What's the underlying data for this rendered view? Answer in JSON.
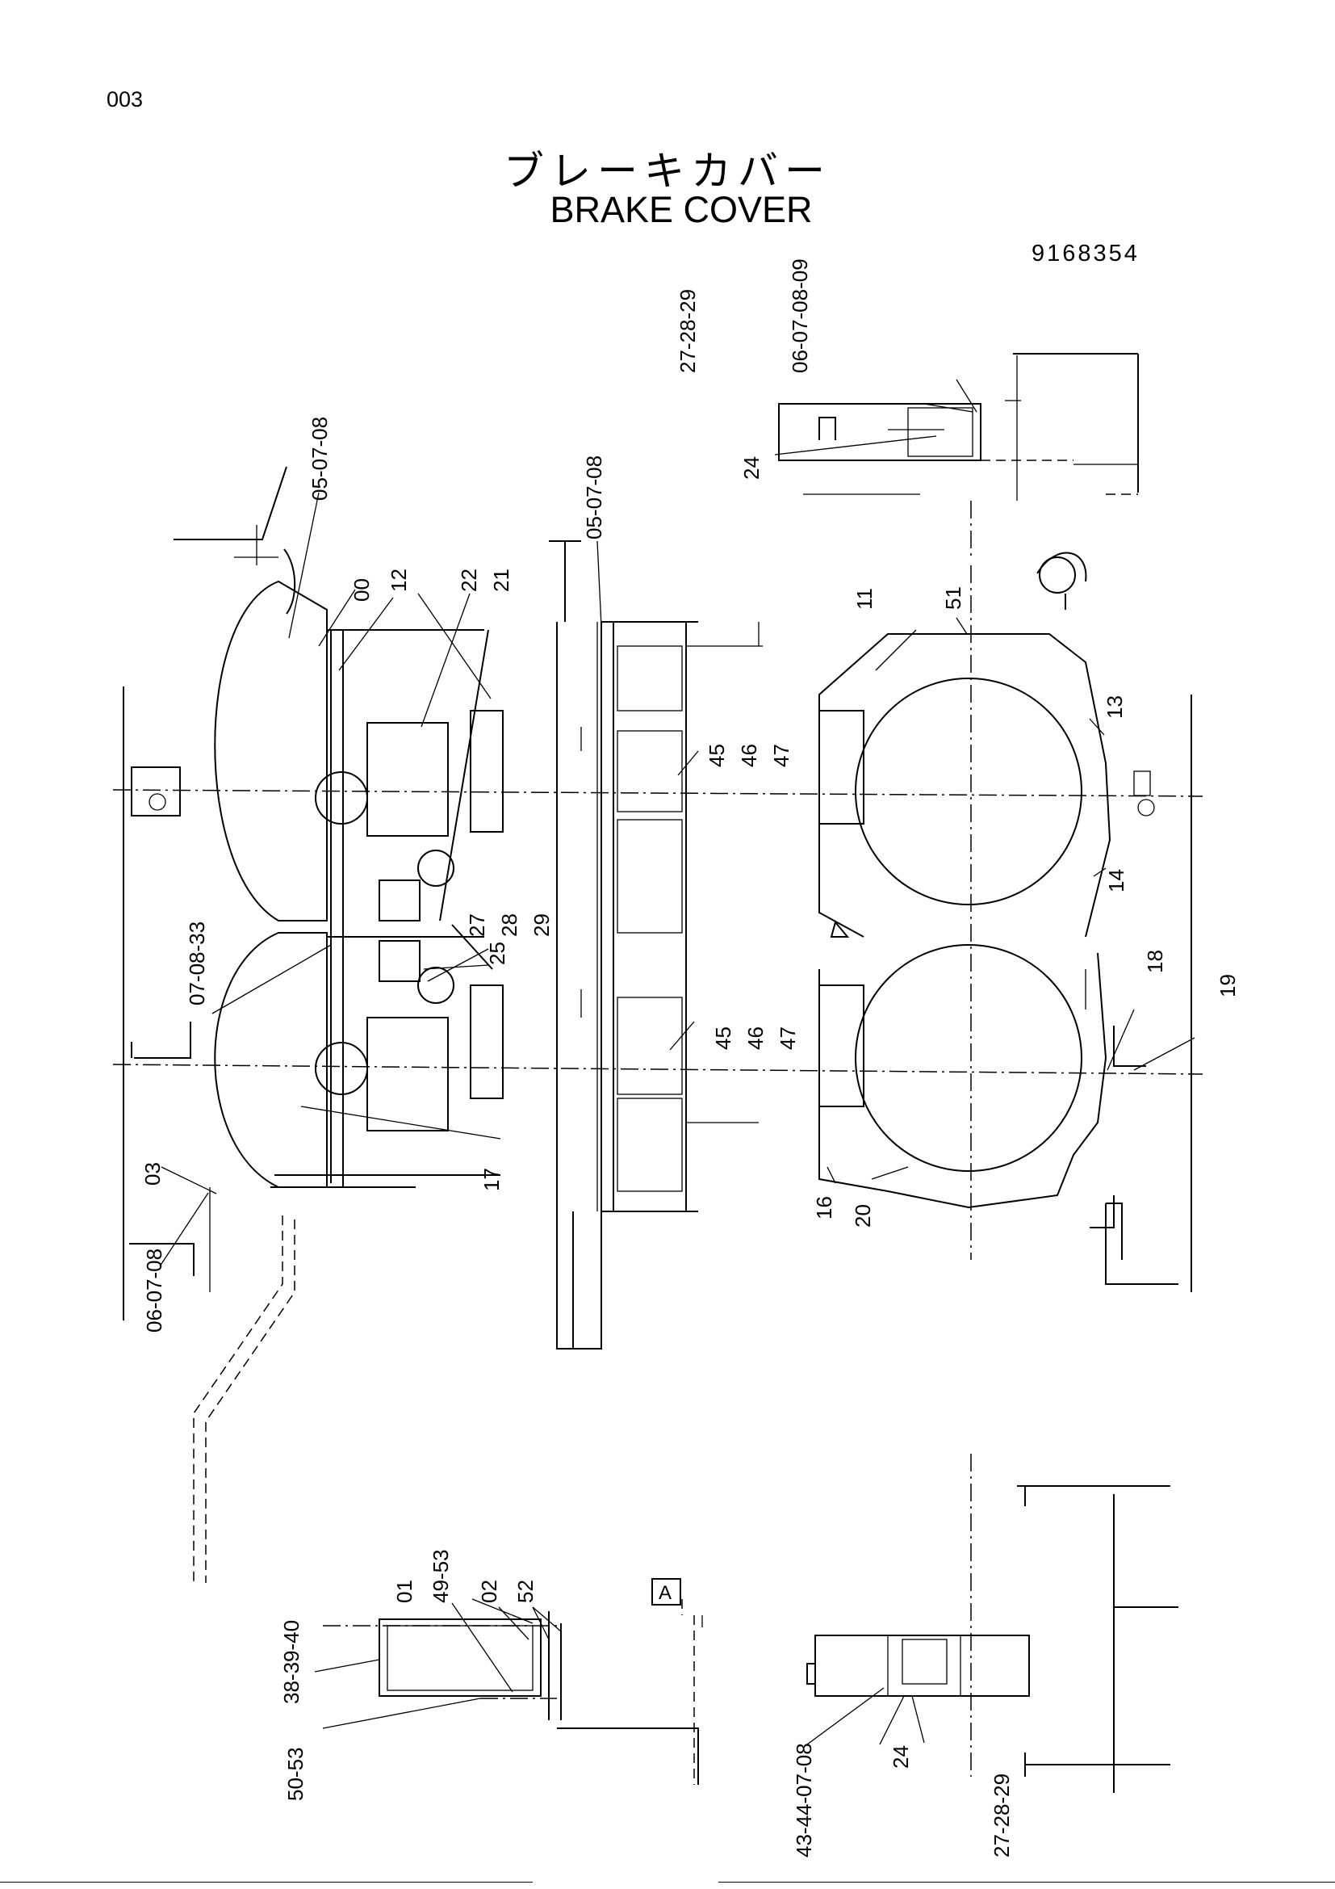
{
  "header": {
    "page_id": "003",
    "title_jp": "ブレーキカバー",
    "title_en": "BRAKE COVER",
    "part_number": "9168354"
  },
  "labels": {
    "l_27_28_29_top": "27-28-29",
    "l_06_07_08_09": "06-07-08-09",
    "l_24_top": "24",
    "l_05_07_08_left": "05-07-08",
    "l_05_07_08_mid": "05-07-08",
    "l_00": "00",
    "l_12": "12",
    "l_22": "22",
    "l_21": "21",
    "l_11": "11",
    "l_51": "51",
    "l_13": "13",
    "l_45_46_47_a": "45\n46\n47",
    "l_14": "14",
    "l_07_08_33": "07-08-33",
    "l_27_28_29_mid": "27\n28\n29",
    "l_25": "25",
    "l_18": "18",
    "l_19": "19",
    "l_45_46_47_b": "45\n46\n47",
    "l_03": "03",
    "l_17": "17",
    "l_16": "16",
    "l_20": "20",
    "l_06_07_08": "06-07-08",
    "l_01": "01",
    "l_49_53": "49-53",
    "l_02": "02",
    "l_52": "52",
    "l_38_39_40": "38-39-40",
    "l_50_53": "50-53",
    "l_43_44_07_08": "43-44-07-08",
    "l_24_bot": "24",
    "l_27_28_29_bot": "27-28-29",
    "view_a": "A"
  }
}
